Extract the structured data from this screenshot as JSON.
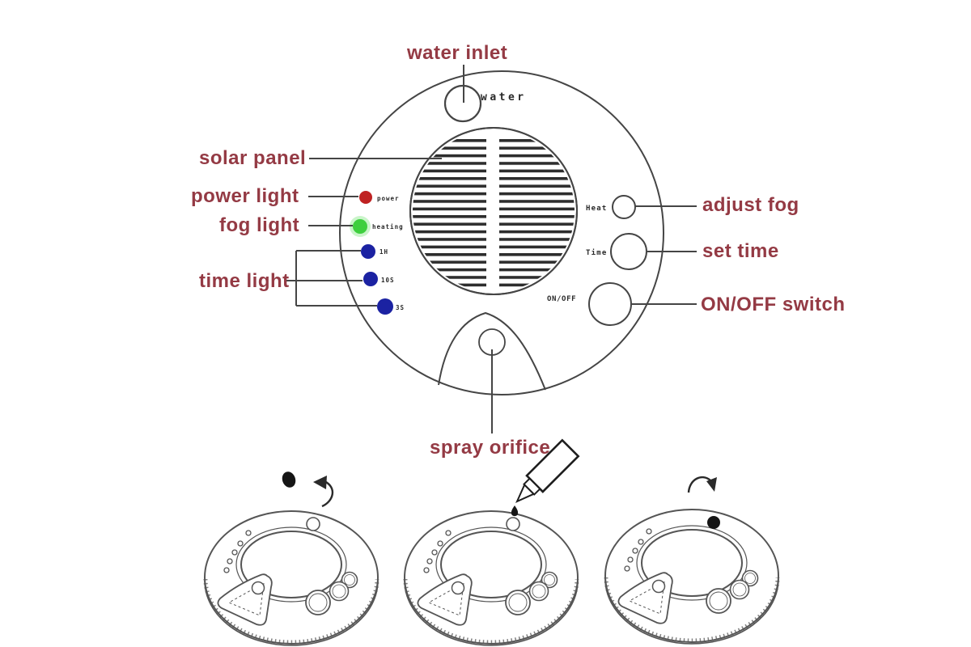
{
  "main_diagram": {
    "labels": {
      "water_inlet": "water inlet",
      "solar_panel": "solar panel",
      "power_light": "power light",
      "fog_light": "fog light",
      "time_light": "time light",
      "adjust_fog": "adjust fog",
      "set_time": "set time",
      "on_off_switch": "ON/OFF switch",
      "spray_orifice": "spray orifice"
    },
    "markings": {
      "water": "water",
      "power": "power",
      "heating": "heating",
      "time_1h": "1H",
      "time_10s": "10S",
      "time_3s": "3S",
      "heat_button": "Heat",
      "time_button": "Time",
      "on_off_button": "ON/OFF"
    }
  },
  "colors": {
    "label_text": "#943a44",
    "power_led": "#bf2222",
    "fog_led": "#3ecf3e",
    "time_led": "#1b22a2",
    "line_art": "#454545",
    "cap_fill": "#151515"
  }
}
